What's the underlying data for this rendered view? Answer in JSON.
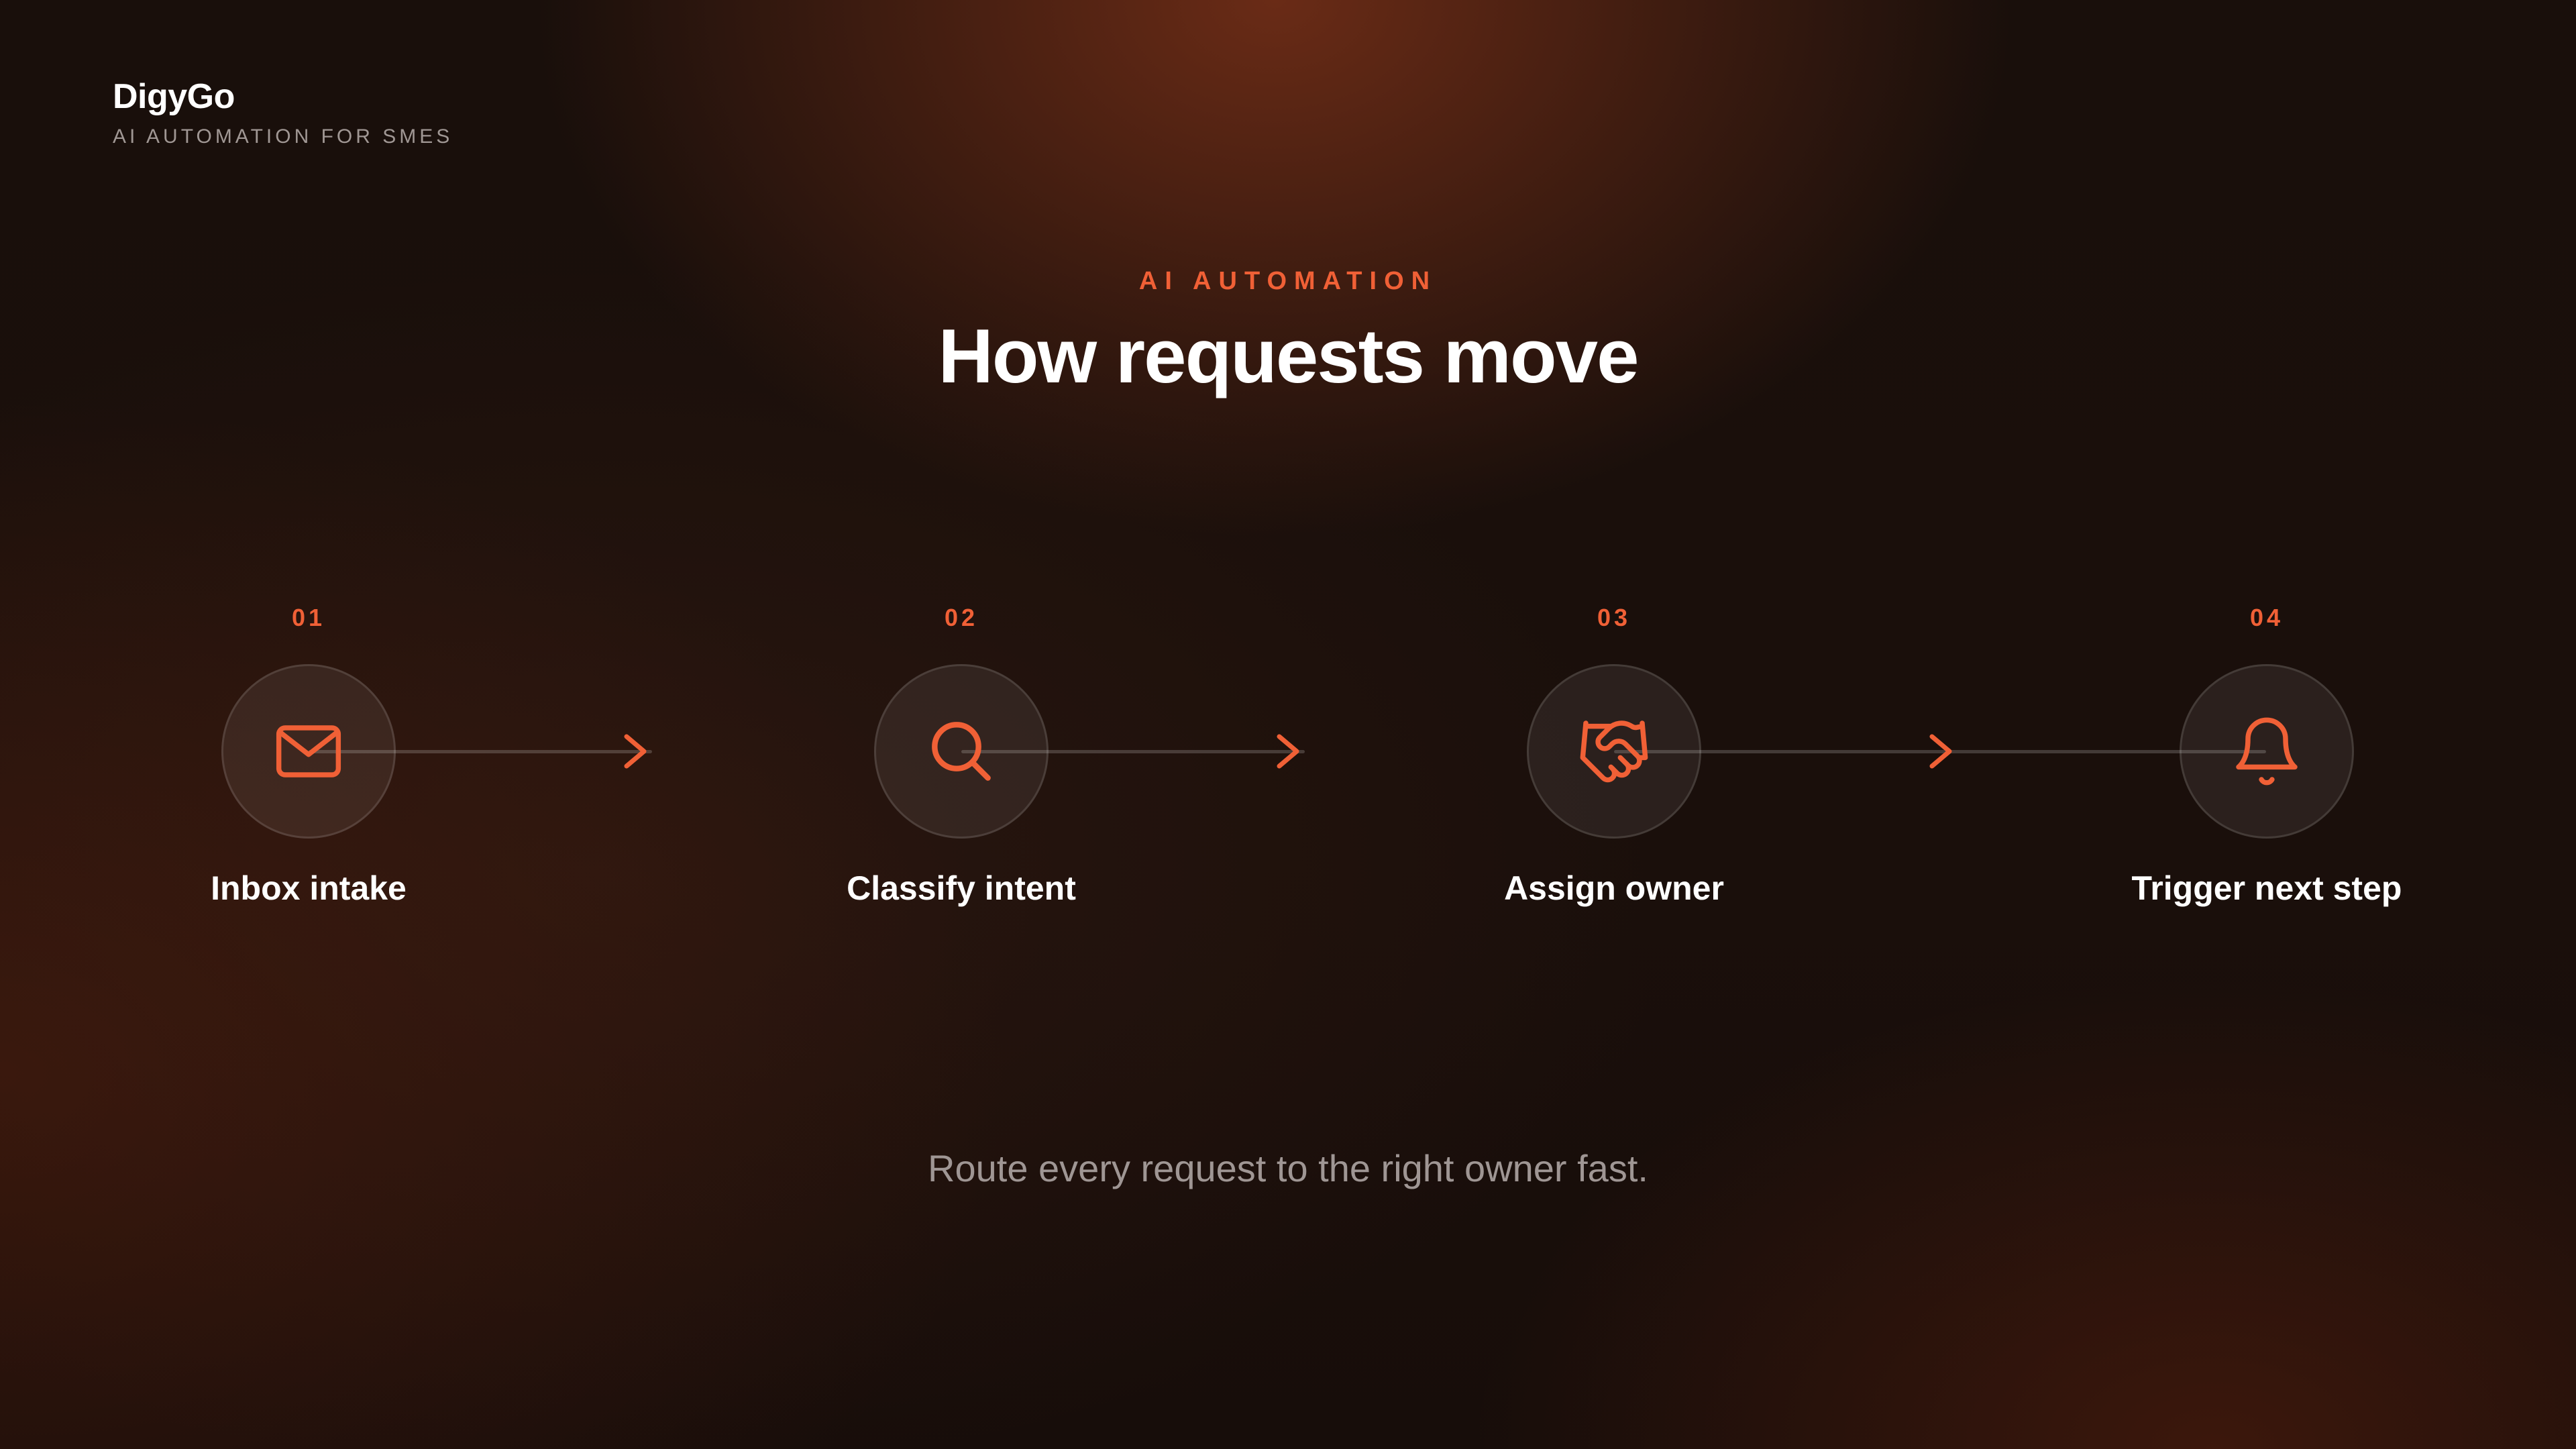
{
  "brand": {
    "name": "DigyGo",
    "tagline": "AI AUTOMATION FOR SMES"
  },
  "header": {
    "eyebrow": "AI AUTOMATION",
    "title": "How requests move"
  },
  "steps": [
    {
      "number": "01",
      "label": "Inbox intake",
      "icon": "envelope-icon"
    },
    {
      "number": "02",
      "label": "Classify intent",
      "icon": "magnifier-icon"
    },
    {
      "number": "03",
      "label": "Assign owner",
      "icon": "handshake-icon"
    },
    {
      "number": "04",
      "label": "Trigger next step",
      "icon": "bell-icon"
    }
  ],
  "caption": "Route every request to the right owner fast.",
  "colors": {
    "accent": "#f06036",
    "background": "#170d0a",
    "muted_text": "#9f9694"
  }
}
